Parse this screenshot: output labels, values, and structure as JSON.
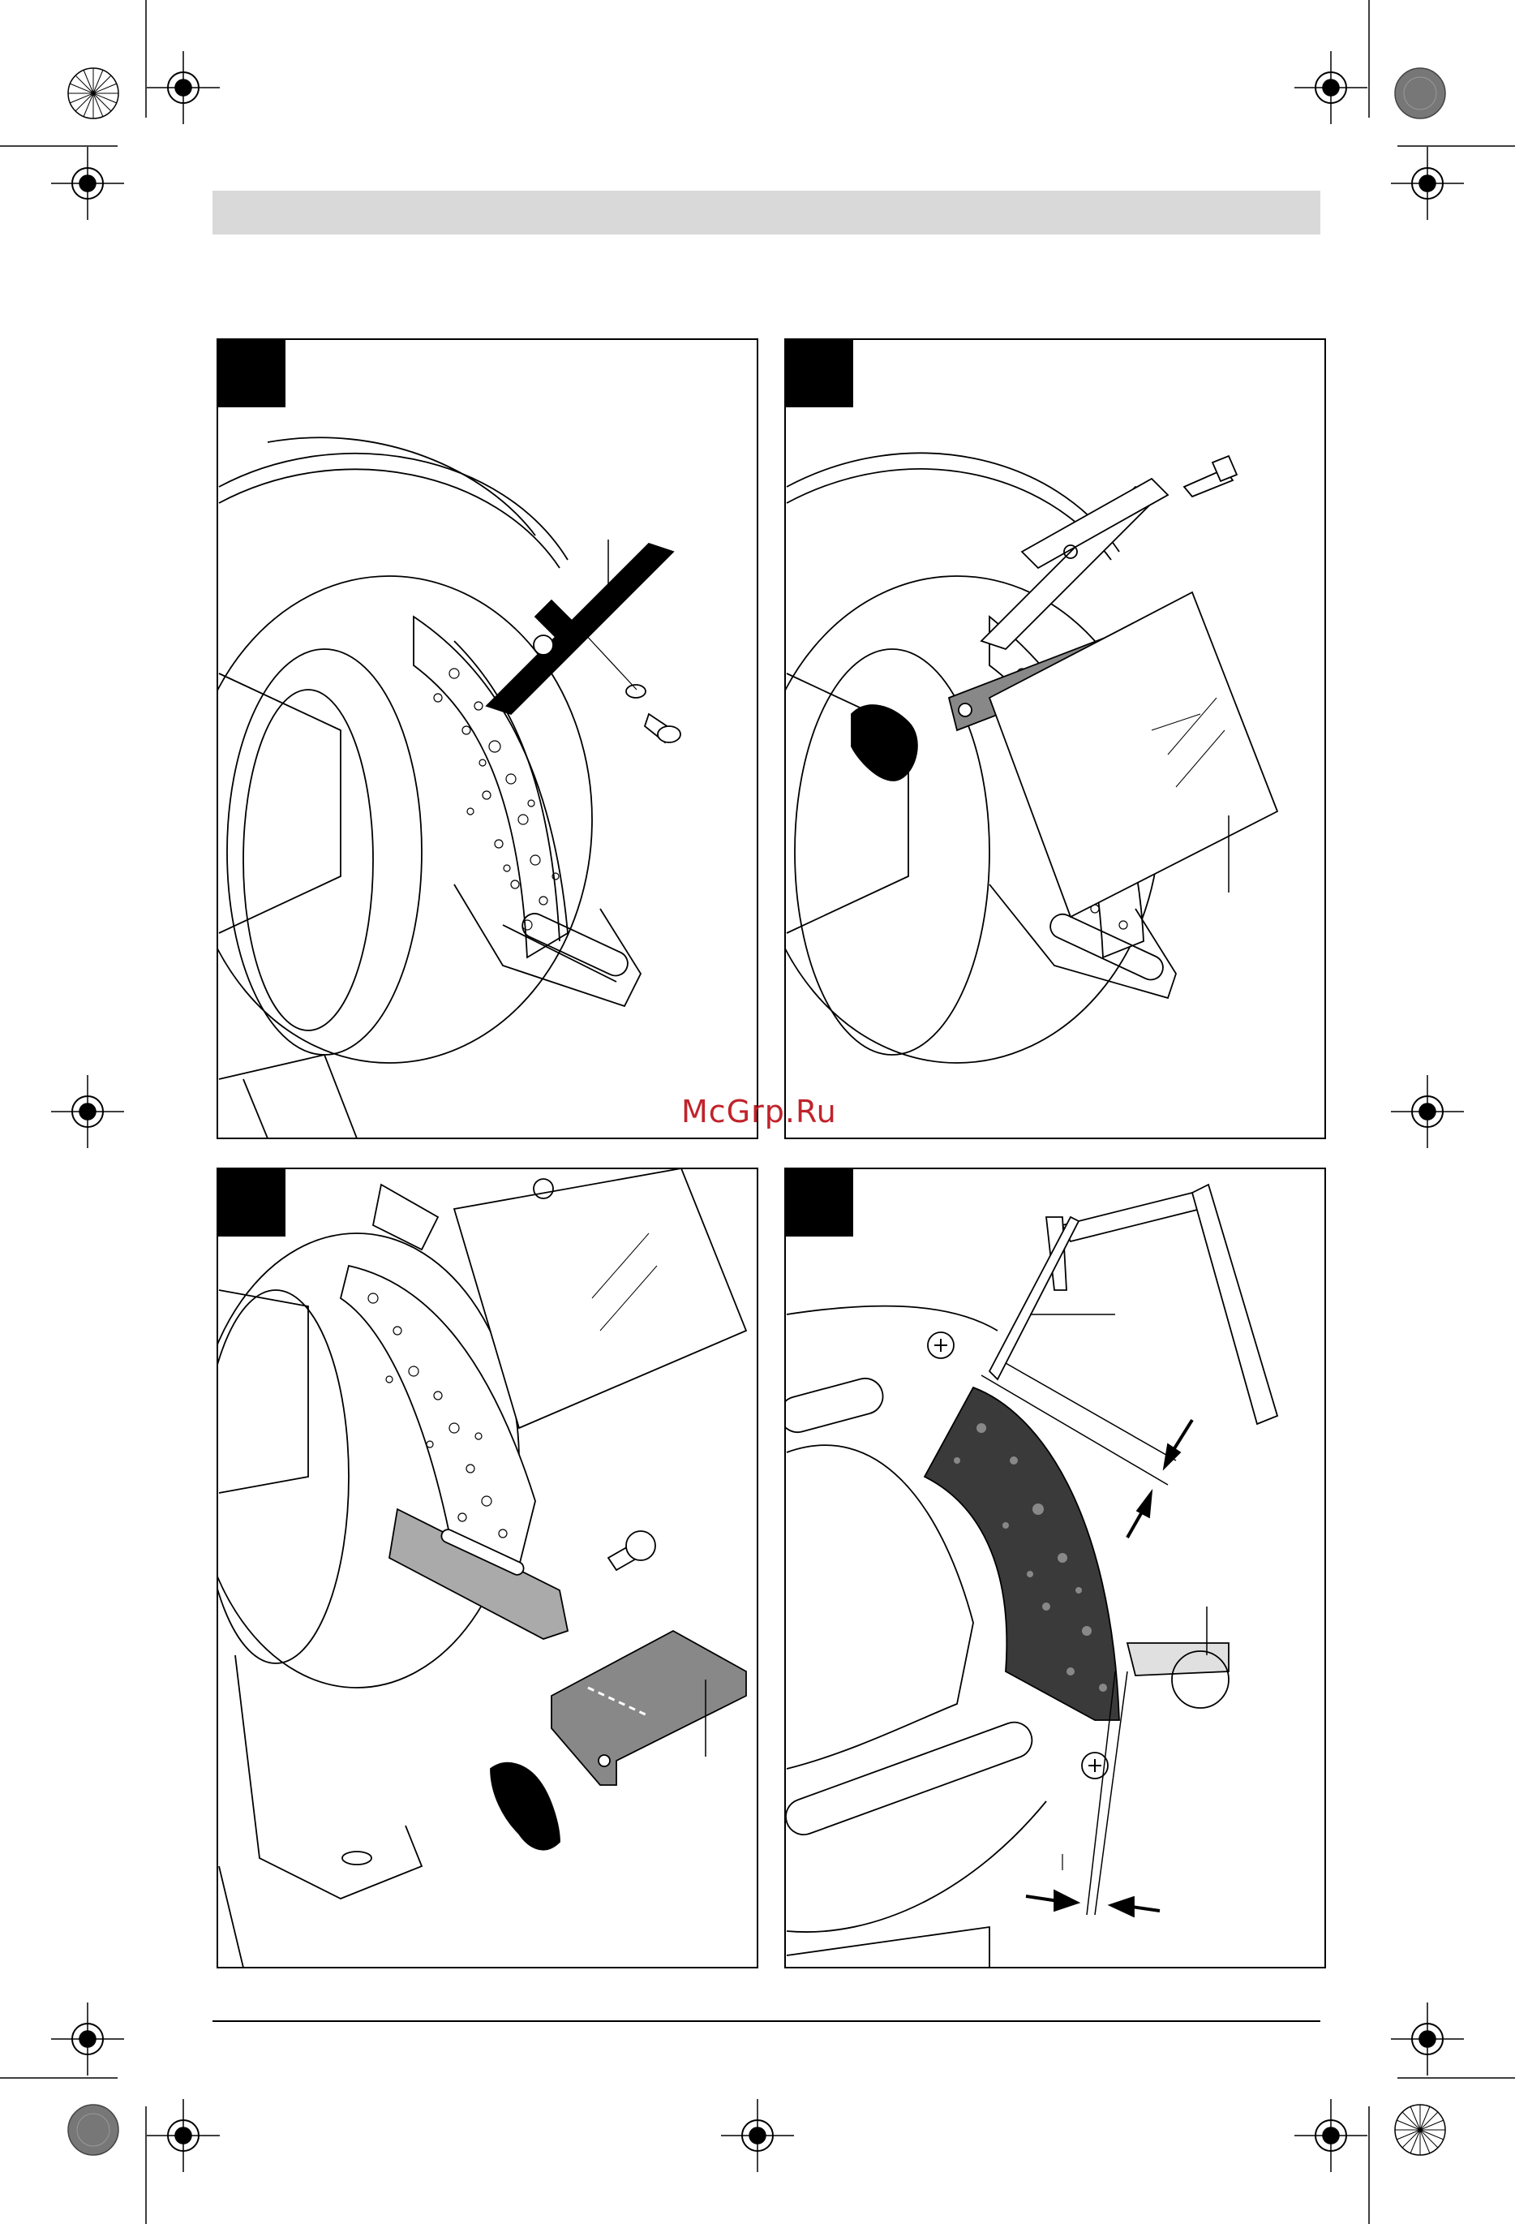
{
  "watermark": {
    "text": "McGrp.Ru",
    "color": "#c0232b"
  },
  "header_band_color": "#d9d9d9",
  "figures": [
    {
      "panel": 1,
      "content": "grinder-spark-guard-attachment"
    },
    {
      "panel": 2,
      "content": "grinder-eye-shield-attachment"
    },
    {
      "panel": 3,
      "content": "grinder-tool-rest-attachment"
    },
    {
      "panel": 4,
      "content": "grinder-gap-adjustment"
    }
  ]
}
